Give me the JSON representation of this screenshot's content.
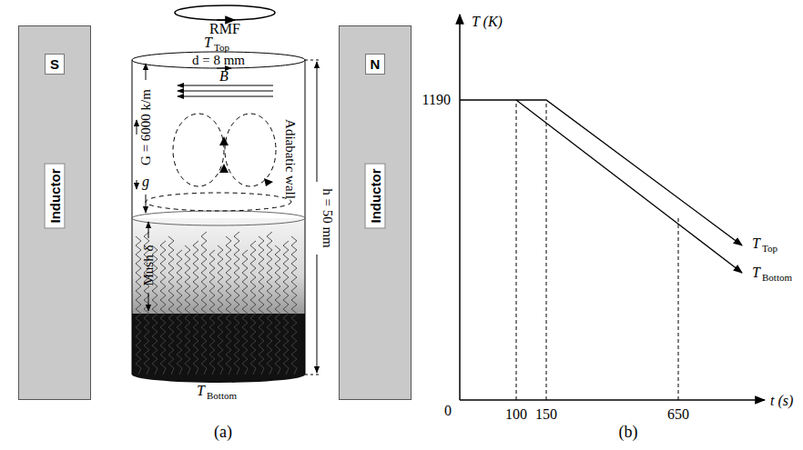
{
  "diagram": {
    "nodes": [
      {
        "text": [
          "S",
          "Inductor"
        ]
      },
      {
        "text": [
          "N",
          "Inductor"
        ]
      }
    ],
    "labels": [
      "RMF",
      "T",
      "Top",
      "d = 8 mm",
      "G = 6000 k/m",
      "B",
      "g",
      "Adiabatic wall",
      "h = 50 mm",
      "Mush δ",
      "T",
      "Bottom",
      "(a)",
      "T (K)",
      "1190",
      "0",
      "100",
      "150",
      "650",
      "t (s)",
      "T",
      "Top",
      "T",
      "Bottom",
      "(b)"
    ]
  }
}
